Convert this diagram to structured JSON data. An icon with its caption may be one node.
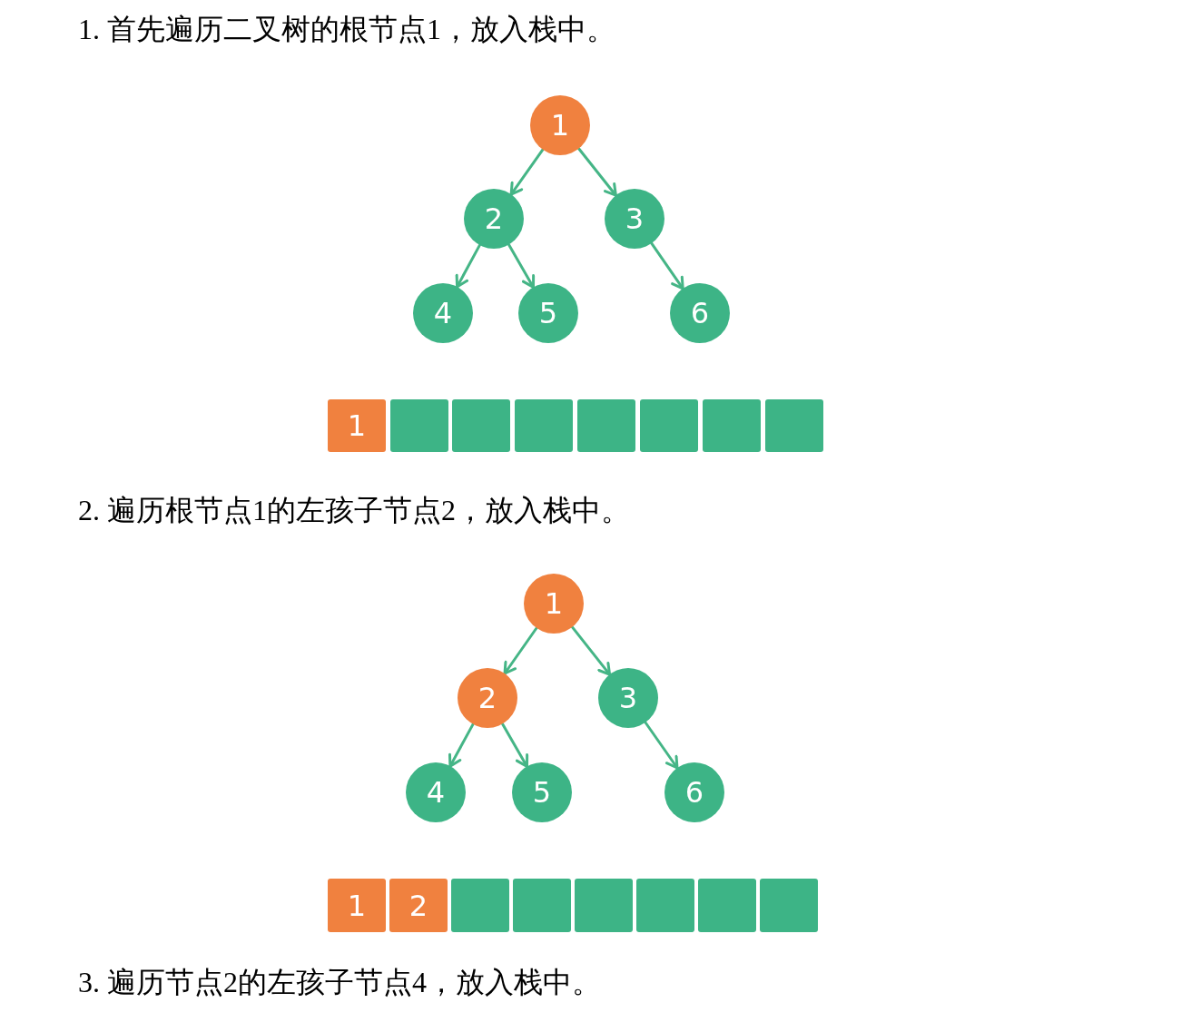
{
  "diagram": {
    "nodes": [
      {
        "text": [
          "1"
        ]
      },
      {
        "text": [
          "2"
        ]
      },
      {
        "text": [
          "3"
        ]
      },
      {
        "text": [
          "4"
        ]
      },
      {
        "text": [
          "5"
        ]
      },
      {
        "text": [
          "6"
        ]
      },
      {
        "text": [
          "1"
        ]
      },
      {
        "text": [],
        "shape": "box"
      },
      {
        "text": [],
        "shape": "box"
      },
      {
        "text": [],
        "shape": "box"
      },
      {
        "text": [],
        "shape": "box"
      },
      {
        "text": [],
        "shape": "box"
      },
      {
        "text": [],
        "shape": "box"
      },
      {
        "text": [],
        "shape": "box"
      },
      {
        "text": [
          "1"
        ]
      },
      {
        "text": [
          "2"
        ]
      },
      {
        "text": [
          "3"
        ]
      },
      {
        "text": [
          "4"
        ]
      },
      {
        "text": [
          "5"
        ]
      },
      {
        "text": [
          "6"
        ]
      },
      {
        "text": [
          "1"
        ]
      },
      {
        "text": [
          "2"
        ]
      },
      {
        "text": [],
        "shape": "box"
      },
      {
        "text": [],
        "shape": "box"
      },
      {
        "text": [],
        "shape": "box"
      },
      {
        "text": [],
        "shape": "box"
      },
      {
        "text": [],
        "shape": "box"
      },
      {
        "text": [],
        "shape": "box"
      }
    ],
    "edges": [
      {
        "from": 0,
        "to": 1,
        "arrow": "to"
      },
      {
        "from": 0,
        "to": 2,
        "arrow": "to"
      },
      {
        "from": 1,
        "to": 3,
        "arrow": "to"
      },
      {
        "from": 1,
        "to": 4,
        "arrow": "to"
      },
      {
        "from": 2,
        "to": 5,
        "arrow": "to"
      },
      {
        "from": 14,
        "to": 15,
        "arrow": "to"
      },
      {
        "from": 14,
        "to": 16,
        "arrow": "to"
      },
      {
        "from": 15,
        "to": 17,
        "arrow": "to"
      },
      {
        "from": 15,
        "to": 18,
        "arrow": "to"
      },
      {
        "from": 16,
        "to": 19,
        "arrow": "to"
      }
    ],
    "labels": [
      "1. 首先遍历二叉树的根节点1，放入栈中。",
      "2. 遍历根节点1的左孩子节点2，放入栈中。",
      "3. 遍历节点2的左孩子节点4，放入栈中。"
    ]
  }
}
